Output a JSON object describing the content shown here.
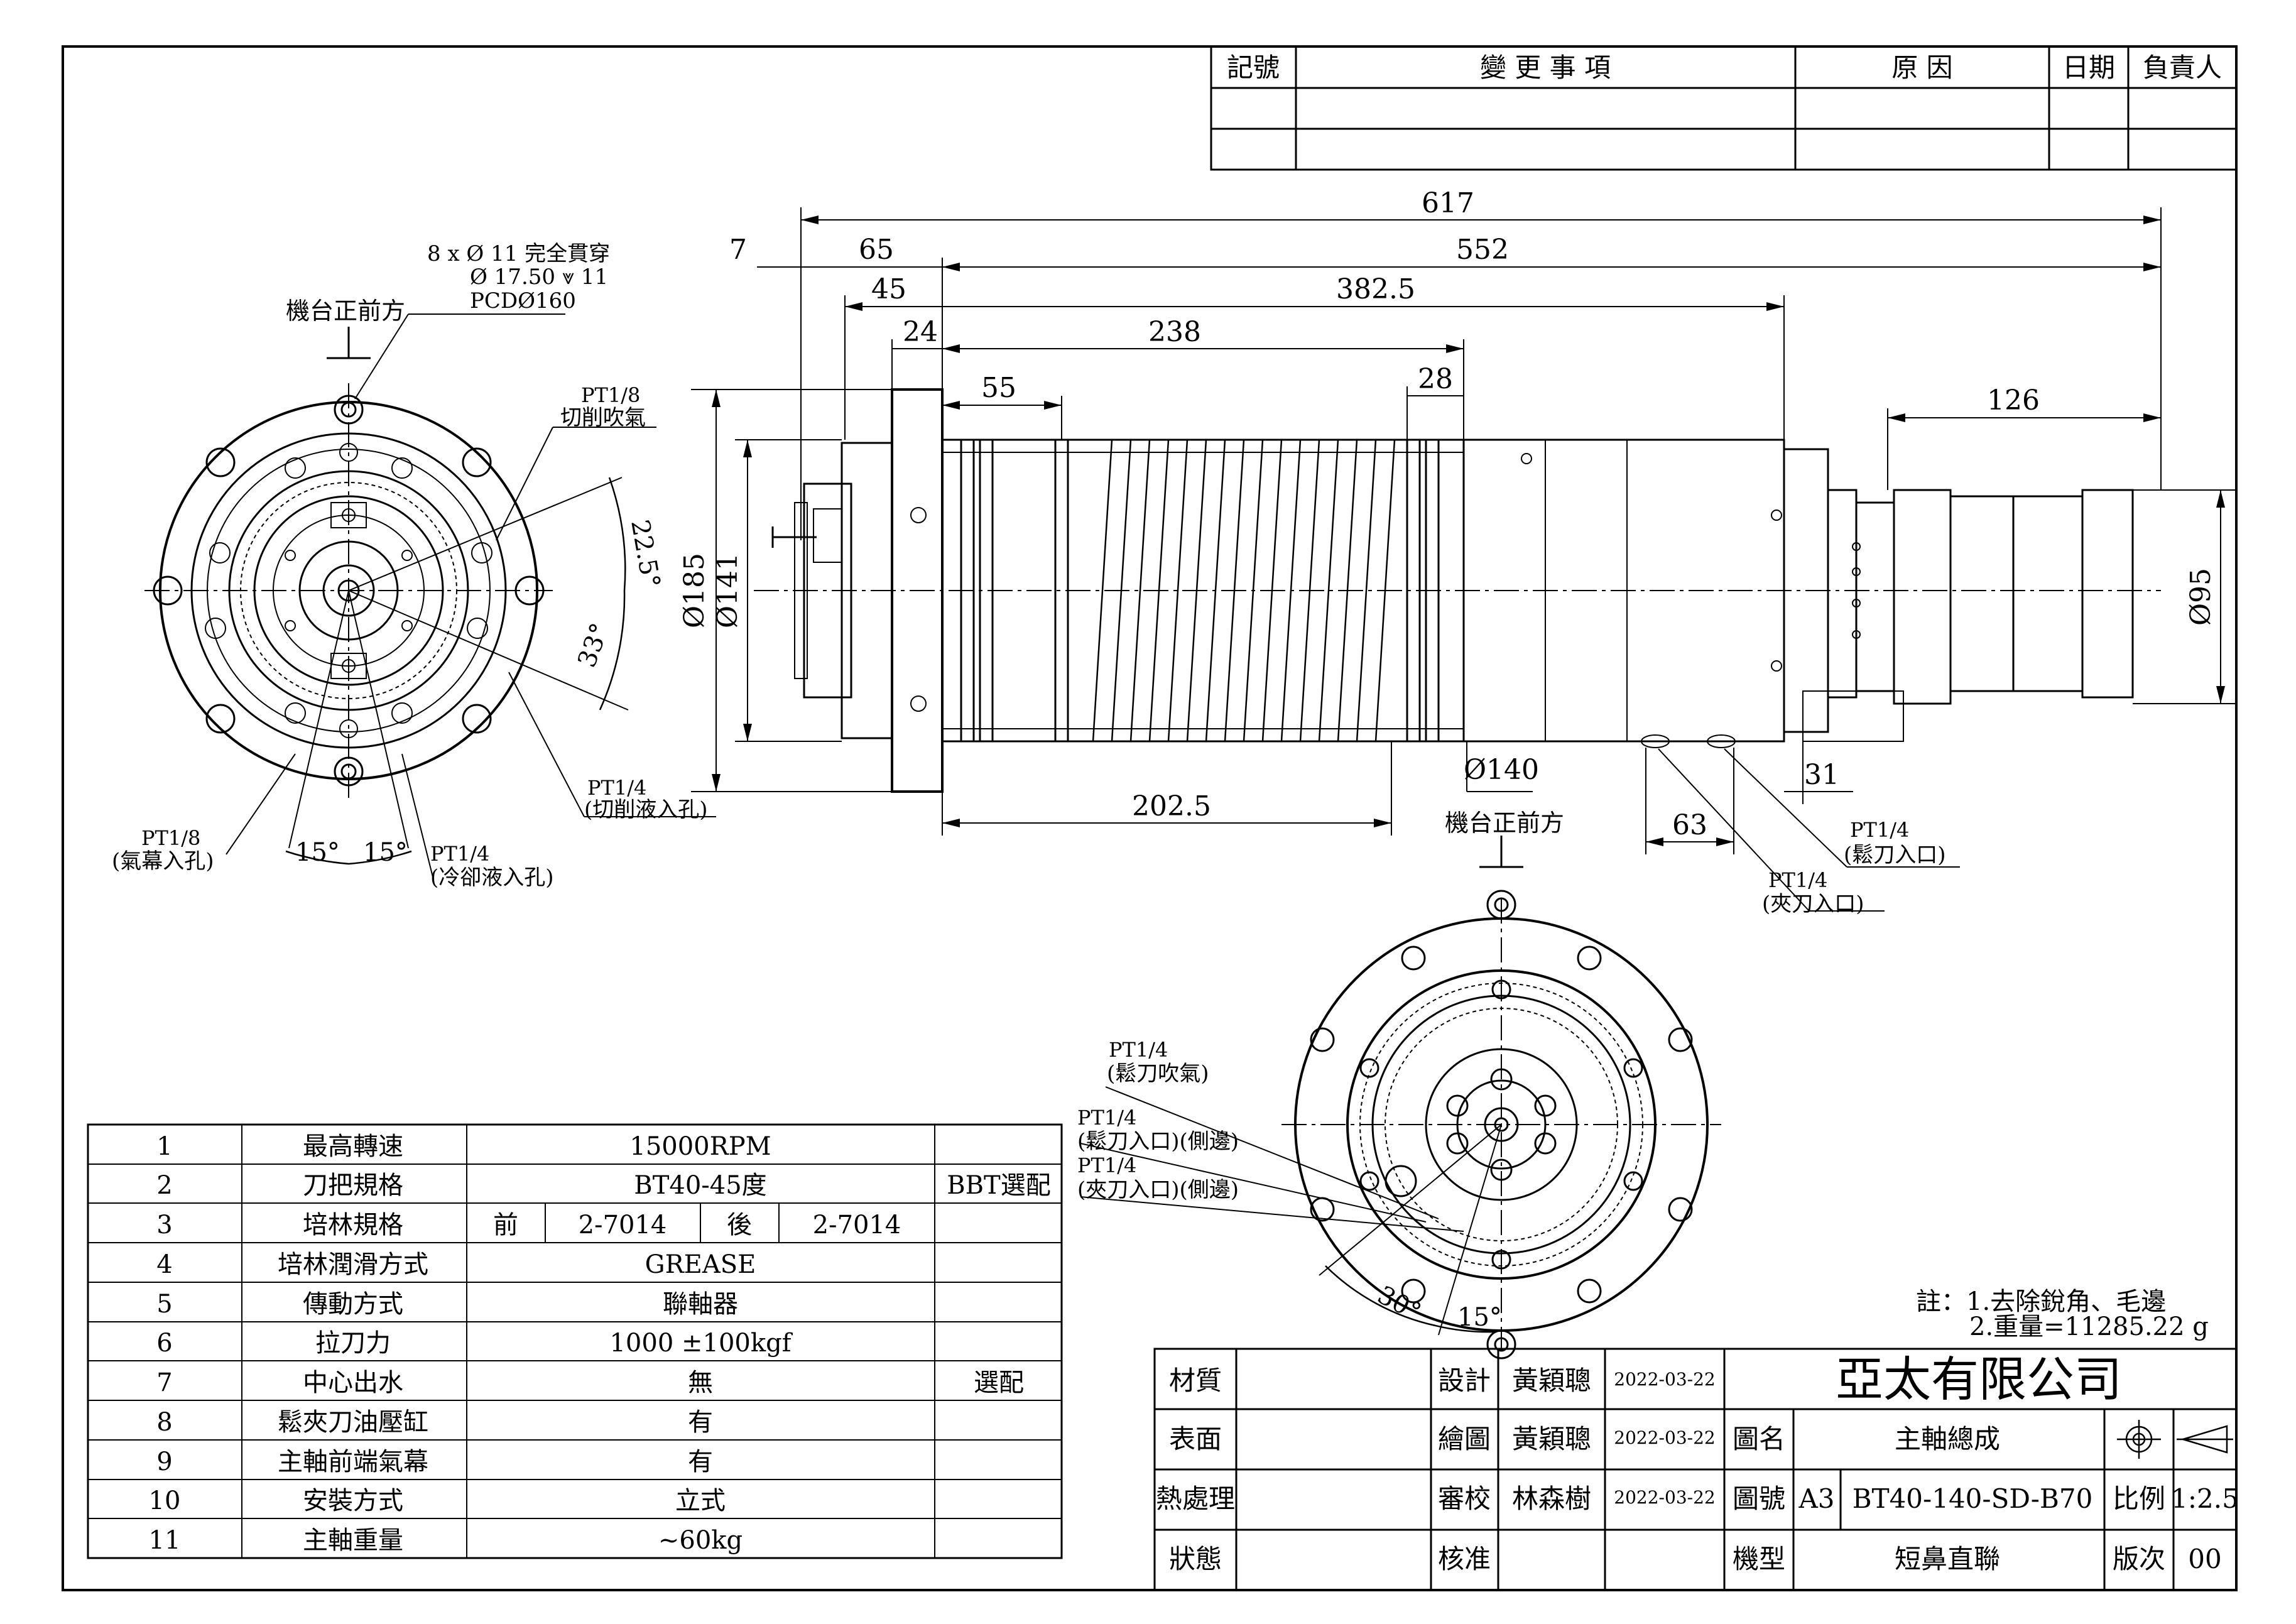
{
  "revision_block": {
    "headers": [
      "記號",
      "變 更 事 項",
      "原 因",
      "日期",
      "負責人"
    ]
  },
  "dimensions": {
    "d617": "617",
    "d7": "7",
    "d65": "65",
    "d552": "552",
    "d45": "45",
    "d382": "382.5",
    "d24": "24",
    "d238": "238",
    "d55": "55",
    "d28": "28",
    "d126": "126",
    "d185": "Ø185",
    "d141": "Ø141",
    "d95": "Ø95",
    "d140": "Ø140",
    "d31": "31",
    "d63": "63",
    "d202": "202.5",
    "ang225": "22.5°",
    "ang33": "33°",
    "ang15a": "15°",
    "ang15b": "15°",
    "ang30": "30°",
    "ang15c": "15°"
  },
  "callouts": {
    "holes1": "8 x Ø 11 完全貫穿",
    "holes2": "Ø 17.50 ⩔ 11",
    "pcd": "PCDØ160",
    "front_left": "機台正前方",
    "front_bottom": "機台正前方",
    "pt18_blow_1": "PT1/8",
    "pt18_blow_2": "切削吹氣",
    "pt14_cut_1": "PT1/4",
    "pt14_cut_2": "(切削液入孔)",
    "pt18_air_1": "PT1/8",
    "pt18_air_2": "(氣幕入孔)",
    "pt14_cool_1": "PT1/4",
    "pt14_cool_2": "(冷卻液入孔)",
    "pt14_release_1": "PT1/4",
    "pt14_release_2": "(鬆刀入口)",
    "pt14_clamp_1": "PT1/4",
    "pt14_clamp_2": "(夾刀入口)",
    "pt14_rblow_1": "PT1/4",
    "pt14_rblow_2": "(鬆刀吹氣)",
    "pt14_rside_1": "PT1/4",
    "pt14_rside_2": "(鬆刀入口)(側邊)",
    "pt14_cside_1": "PT1/4",
    "pt14_cside_2": "(夾刀入口)(側邊)"
  },
  "spec_table": {
    "rows": [
      {
        "no": "1",
        "item": "最高轉速",
        "value": "15000RPM",
        "note": ""
      },
      {
        "no": "2",
        "item": "刀把規格",
        "value": "BT40-45度",
        "note": "BBT選配"
      },
      {
        "no": "3",
        "item": "培林規格",
        "front_label": "前",
        "front": "2-7014",
        "rear_label": "後",
        "rear": "2-7014",
        "note": ""
      },
      {
        "no": "4",
        "item": "培林潤滑方式",
        "value": "GREASE",
        "note": ""
      },
      {
        "no": "5",
        "item": "傳動方式",
        "value": "聯軸器",
        "note": ""
      },
      {
        "no": "6",
        "item": "拉刀力",
        "value": "1000 ±100kgf",
        "note": ""
      },
      {
        "no": "7",
        "item": "中心出水",
        "value": "無",
        "note": "選配"
      },
      {
        "no": "8",
        "item": "鬆夾刀油壓缸",
        "value": "有",
        "note": ""
      },
      {
        "no": "9",
        "item": "主軸前端氣幕",
        "value": "有",
        "note": ""
      },
      {
        "no": "10",
        "item": "安裝方式",
        "value": "立式",
        "note": ""
      },
      {
        "no": "11",
        "item": "主軸重量",
        "value": "~60kg",
        "note": ""
      }
    ]
  },
  "notes": {
    "n1": "註：1.去除銳角、毛邊",
    "n2": "2.重量=11285.22 g"
  },
  "title_block": {
    "material": "材質",
    "surface": "表面",
    "heat": "熱處理",
    "state": "狀態",
    "design": "設計",
    "drawn": "繪圖",
    "check": "審校",
    "approve": "核准",
    "designer": "黃穎聰",
    "drafter": "黃穎聰",
    "checker": "林森樹",
    "date1": "2022-03-22",
    "date2": "2022-03-22",
    "date3": "2022-03-22",
    "company": "亞太有限公司",
    "drawing_name_label": "圖名",
    "drawing_name": "主軸總成",
    "drawing_no_label": "圖號",
    "size": "A3",
    "drawing_no": "BT40-140-SD-B70",
    "scale_label": "比例",
    "scale": "1:2.5",
    "model_label": "機型",
    "model": "短鼻直聯",
    "version_label": "版次",
    "version": "00"
  }
}
